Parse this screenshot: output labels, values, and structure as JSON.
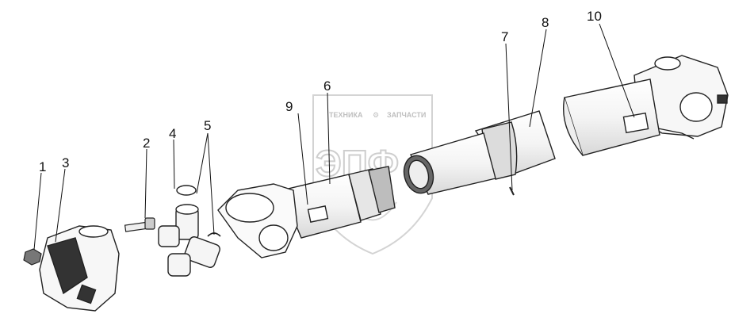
{
  "watermark": {
    "top_left": "ТЕХНИКА",
    "top_right": "ЗАПЧАСТИ",
    "big": "ЭПФ"
  },
  "callouts": [
    {
      "id": "1",
      "text": "1"
    },
    {
      "id": "2",
      "text": "2"
    },
    {
      "id": "3",
      "text": "3"
    },
    {
      "id": "4",
      "text": "4"
    },
    {
      "id": "5",
      "text": "5"
    },
    {
      "id": "6",
      "text": "6"
    },
    {
      "id": "7",
      "text": "7"
    },
    {
      "id": "8",
      "text": "8"
    },
    {
      "id": "9",
      "text": "9"
    },
    {
      "id": "10",
      "text": "10"
    }
  ]
}
